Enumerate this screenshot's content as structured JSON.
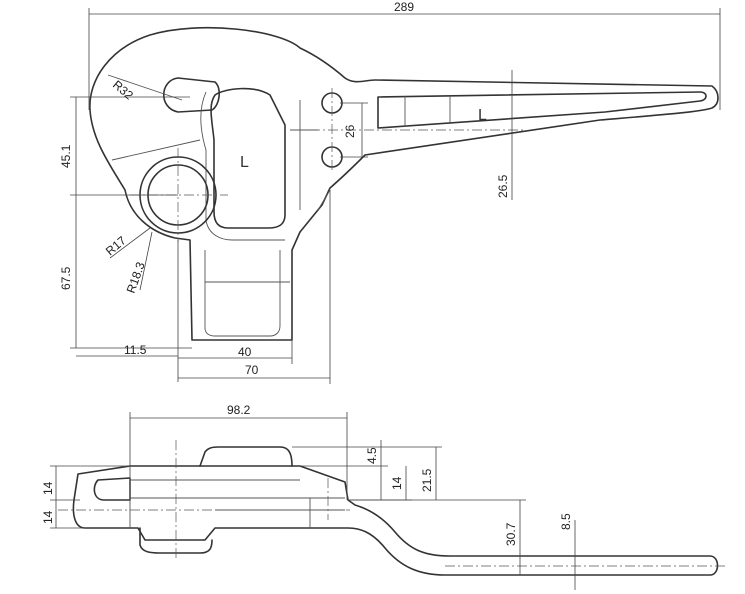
{
  "dimensions": {
    "overall_length": "289",
    "radius_top": "R32",
    "hole_spacing": "26",
    "upper_height": "45.1",
    "handle_width": "26.5",
    "radius_inner": "R17",
    "radius_outer": "R18.3",
    "lower_height": "67.5",
    "offset_left": "11.5",
    "tab_width": "40",
    "base_width": "70",
    "side_length": "98.2",
    "boss_height": "4.5",
    "step_height": "21.5",
    "mid_thickness": "14",
    "top_thickness": "14",
    "bottom_thickness": "14",
    "drop_height": "30.7",
    "handle_thickness": "8.5"
  },
  "marks": {
    "angle_mark_1": "L",
    "angle_mark_2": "L"
  }
}
